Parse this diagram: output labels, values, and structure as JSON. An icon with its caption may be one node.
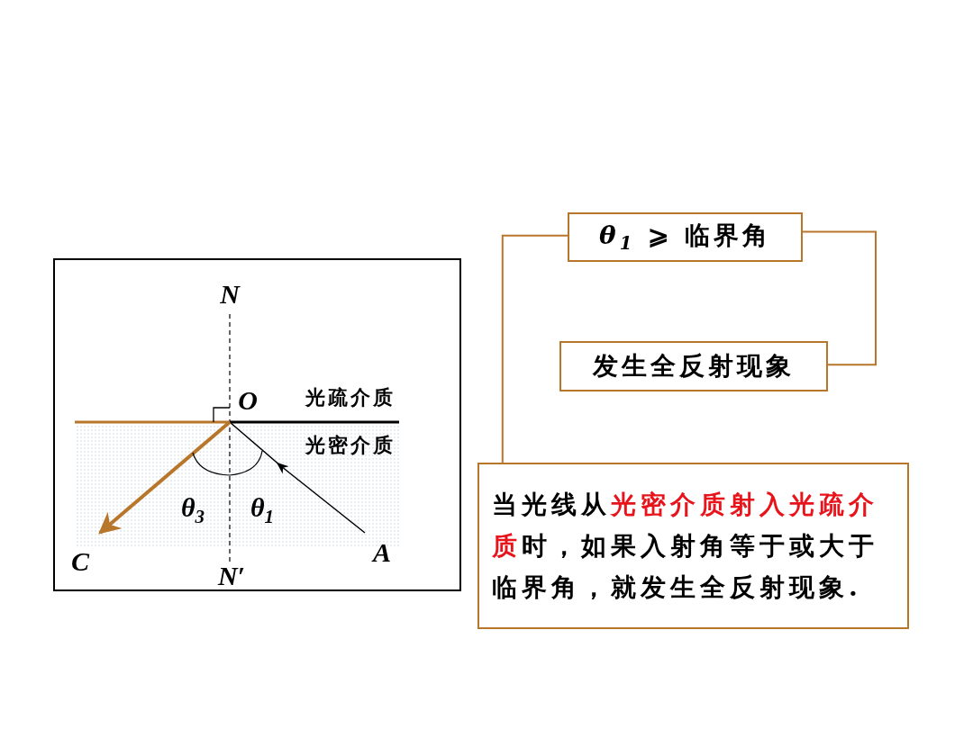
{
  "diagram": {
    "nodes": [
      {
        "text": [
          "*θ*$_{1}$ ⩾ 临界角"
        ]
      },
      {
        "text": [
          "发生全反射现象"
        ]
      },
      {
        "text": [
          "当光线从**光密介质射入光疏介质**时，如果入射角等于或大于临界角，就发生全反射现象."
        ]
      }
    ],
    "edges": [
      {
        "from": 0,
        "to": 1,
        "arrow": "none"
      },
      {
        "from": 2,
        "to": 0,
        "arrow": "none"
      }
    ],
    "labels": [
      "N",
      "O",
      "光疏介质",
      "光密介质",
      "θ$_{3}$",
      "θ$_{1}$",
      "C",
      "A",
      "N′"
    ]
  }
}
